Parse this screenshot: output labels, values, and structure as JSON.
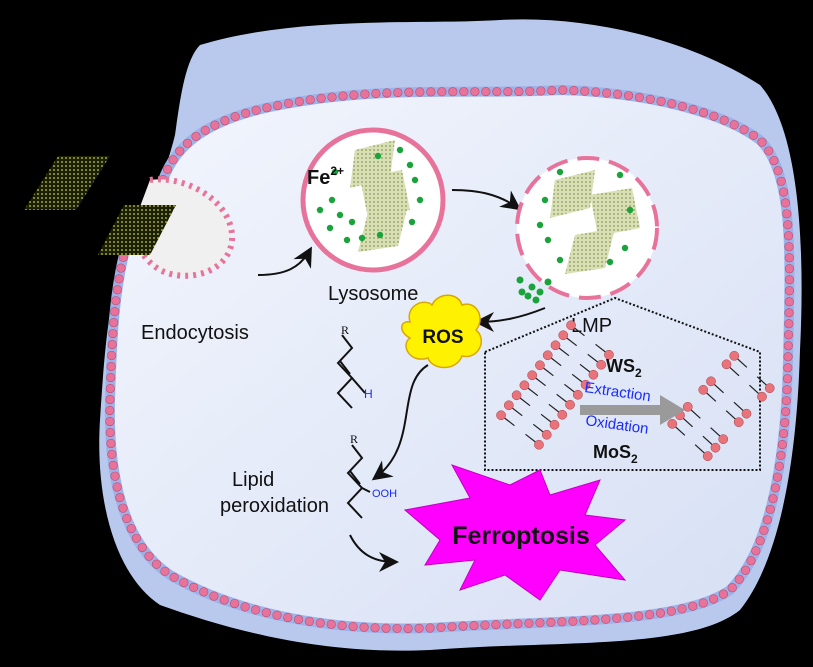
{
  "labels": {
    "endocytosis": "Endocytosis",
    "lysosome": "Lysosome",
    "fe": "Fe",
    "fe_charge": "2+",
    "ros": "ROS",
    "lmp": "LMP",
    "ws": "WS",
    "ws_sub": "2",
    "extraction": "Extraction",
    "oxidation": "Oxidation",
    "mos": "MoS",
    "mos_sub": "2",
    "lipid": "Lipid",
    "peroxidation": "peroxidation",
    "ferroptosis": "Ferroptosis",
    "r_group_top": "R",
    "h_atom": "H",
    "r_group_bottom": "R",
    "ooh_group": "OOH"
  },
  "colors": {
    "cytoplasm": "#dfe6f7",
    "membrane_bead": "#e8739a",
    "membrane_band": "#9cb2e8",
    "ros_fill": "#fff200",
    "ferroptosis_fill": "#ff00ff",
    "iron_dot": "#1aa33a",
    "accent_blue": "#1a2bff"
  }
}
